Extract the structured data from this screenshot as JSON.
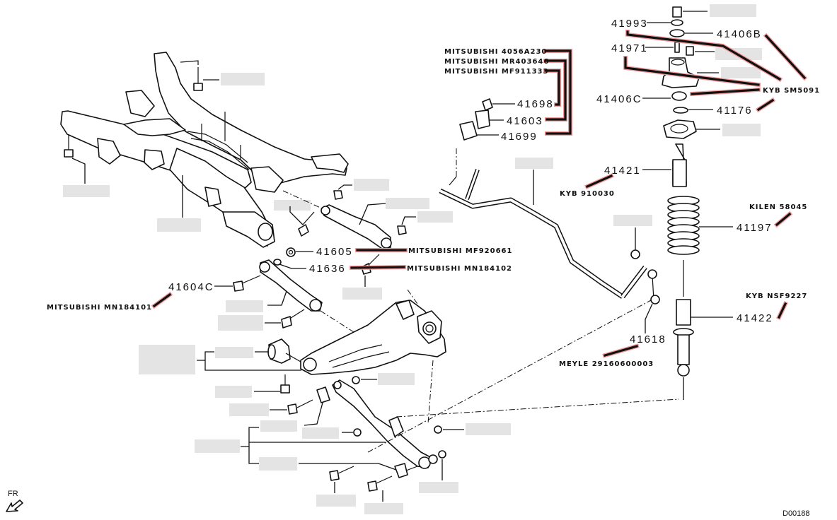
{
  "diagram": {
    "title": "Rear suspension exploded view",
    "diagram_code": "D00188",
    "direction_label": "FR",
    "part_numbers": {
      "p41993": "41993",
      "p41406B": "41406B",
      "p41971": "41971",
      "p41406C": "41406C",
      "p41176": "41176",
      "p41421": "41421",
      "p41197": "41197",
      "p41422": "41422",
      "p41618": "41618",
      "p41698": "41698",
      "p41603": "41603",
      "p41699": "41699",
      "p41605": "41605",
      "p41636": "41636",
      "p41604C": "41604C"
    },
    "cross_references": {
      "mitsubishi_4056A230": "MITSUBISHI 4056A230",
      "mitsubishi_MR403646": "MITSUBISHI MR403646",
      "mitsubishi_MF911333": "MITSUBISHI MF911333",
      "kyb_SM5091": "KYB SM5091",
      "kyb_910030": "KYB 910030",
      "kilen_58045": "KILEN 58045",
      "kyb_NSF9227": "KYB NSF9227",
      "meyle_29160600003": "MEYLE 29160600003",
      "mitsubishi_MF920661": "MITSUBISHI MF920661",
      "mitsubishi_MN184102": "MITSUBISHI MN184102",
      "mitsubishi_MN184101": "MITSUBISHI MN184101"
    },
    "highlight_color": "#f29a9a",
    "redacted_label_color": "#e4e4e4"
  }
}
